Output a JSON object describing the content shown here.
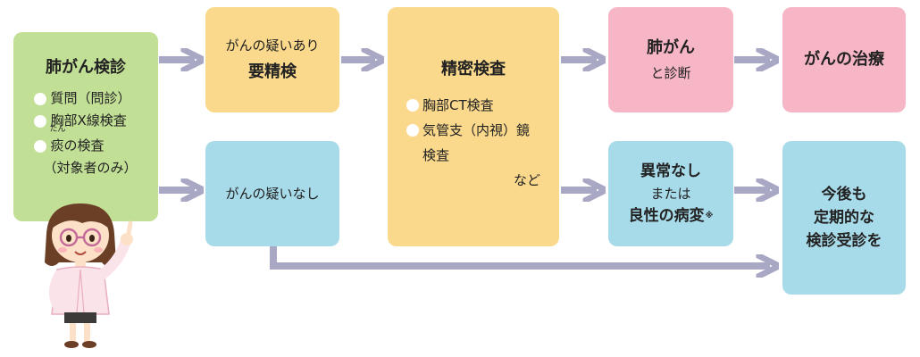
{
  "screening": {
    "title": "肺がん検診",
    "items": [
      "質問（問診）",
      "胸部X線検査"
    ],
    "sputum_ruby": "たん",
    "sputum_kanji": "痰",
    "sputum_rest": "の検査",
    "sputum_note": "（対象者のみ）"
  },
  "suspected": {
    "line1": "がんの疑いあり",
    "line2": "要精検"
  },
  "no_suspicion": {
    "label": "がんの疑いなし"
  },
  "detailed": {
    "title": "精密検査",
    "items": [
      "胸部CT検査",
      "気管支（内視）鏡"
    ],
    "item2_cont": "検査",
    "etc": "など"
  },
  "diagnosis": {
    "line1": "肺がん",
    "line2": "と診断"
  },
  "treatment": {
    "label": "がんの治療"
  },
  "no_abnormal": {
    "line1": "異常なし",
    "line2": "または",
    "line3": "良性の病変",
    "mark": "※"
  },
  "regular": {
    "lines": [
      "今後も",
      "定期的な",
      "検診受診を"
    ]
  },
  "colors": {
    "green": "#c2df96",
    "yellow": "#fbd98c",
    "pink": "#f6b6c6",
    "blue": "#a8dbea",
    "arrow": "#a9a8c4"
  }
}
